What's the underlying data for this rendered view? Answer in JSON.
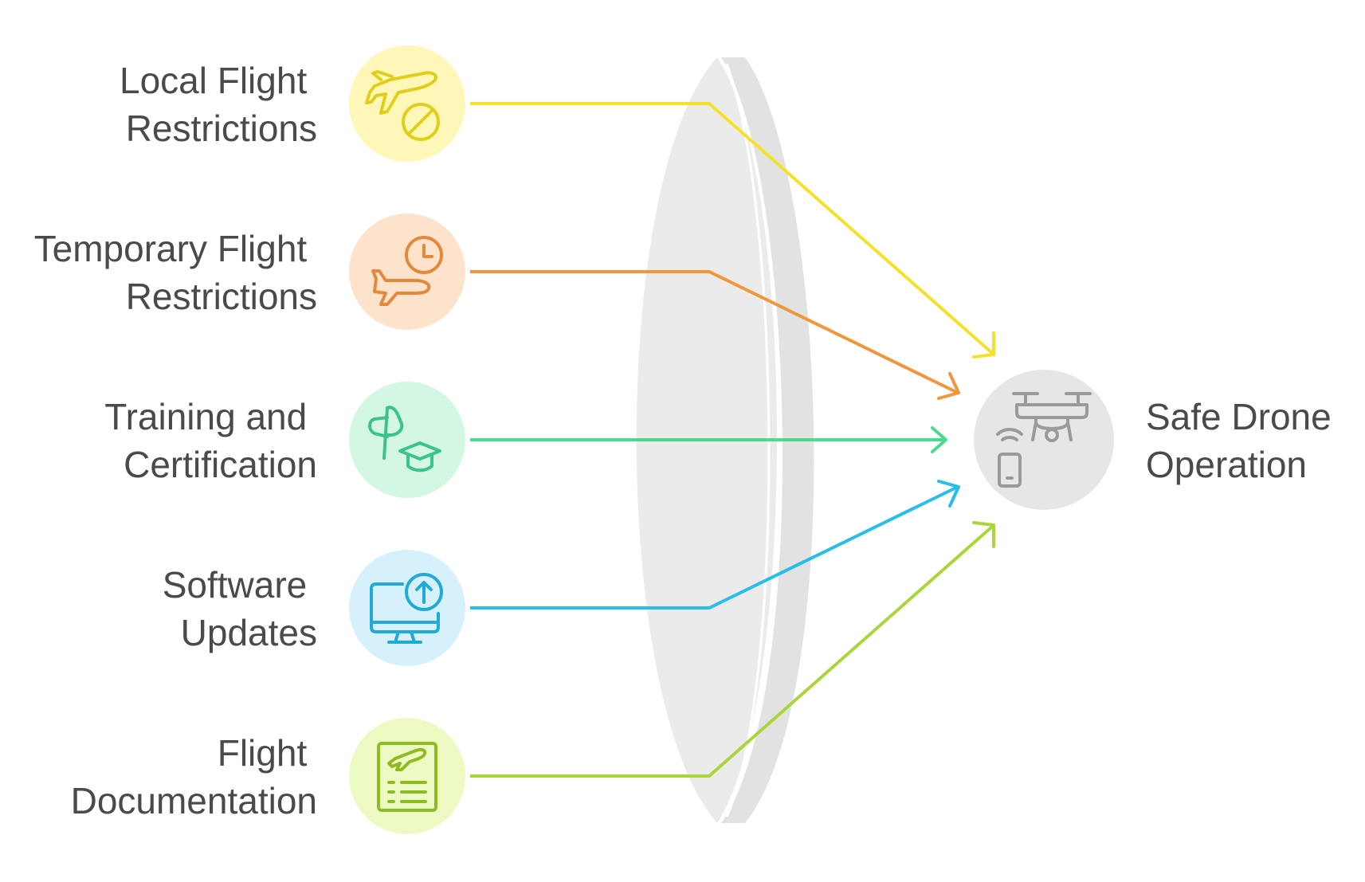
{
  "inputs": [
    {
      "lines": [
        "Local Flight",
        "Restrictions"
      ],
      "icon": "airplane-prohibited-icon",
      "circle_color": "#fff7b8",
      "accent_color": "#e0cf1a",
      "arrow_color": "#f5e12a"
    },
    {
      "lines": [
        "Temporary Flight",
        "Restrictions"
      ],
      "icon": "airplane-clock-icon",
      "circle_color": "#fde3cc",
      "accent_color": "#e28a3c",
      "arrow_color": "#f0973e"
    },
    {
      "lines": [
        "Training and",
        "Certification"
      ],
      "icon": "flag-graduation-cap-icon",
      "circle_color": "#d4f7e4",
      "accent_color": "#3cc487",
      "arrow_color": "#4fd98f"
    },
    {
      "lines": [
        "Software",
        "Updates"
      ],
      "icon": "monitor-upload-icon",
      "circle_color": "#d6f1fb",
      "accent_color": "#22a9d8",
      "arrow_color": "#29bde9"
    },
    {
      "lines": [
        "Flight",
        "Documentation"
      ],
      "icon": "flight-document-icon",
      "circle_color": "#eefac4",
      "accent_color": "#8dbc22",
      "arrow_color": "#a8d63b"
    }
  ],
  "output": {
    "lines": [
      "Safe Drone",
      "Operation"
    ],
    "icon": "drone-remote-icon",
    "circle_color": "#e6e6e6",
    "accent_color": "#9a9a9a"
  },
  "lens_color": "#ebebeb"
}
